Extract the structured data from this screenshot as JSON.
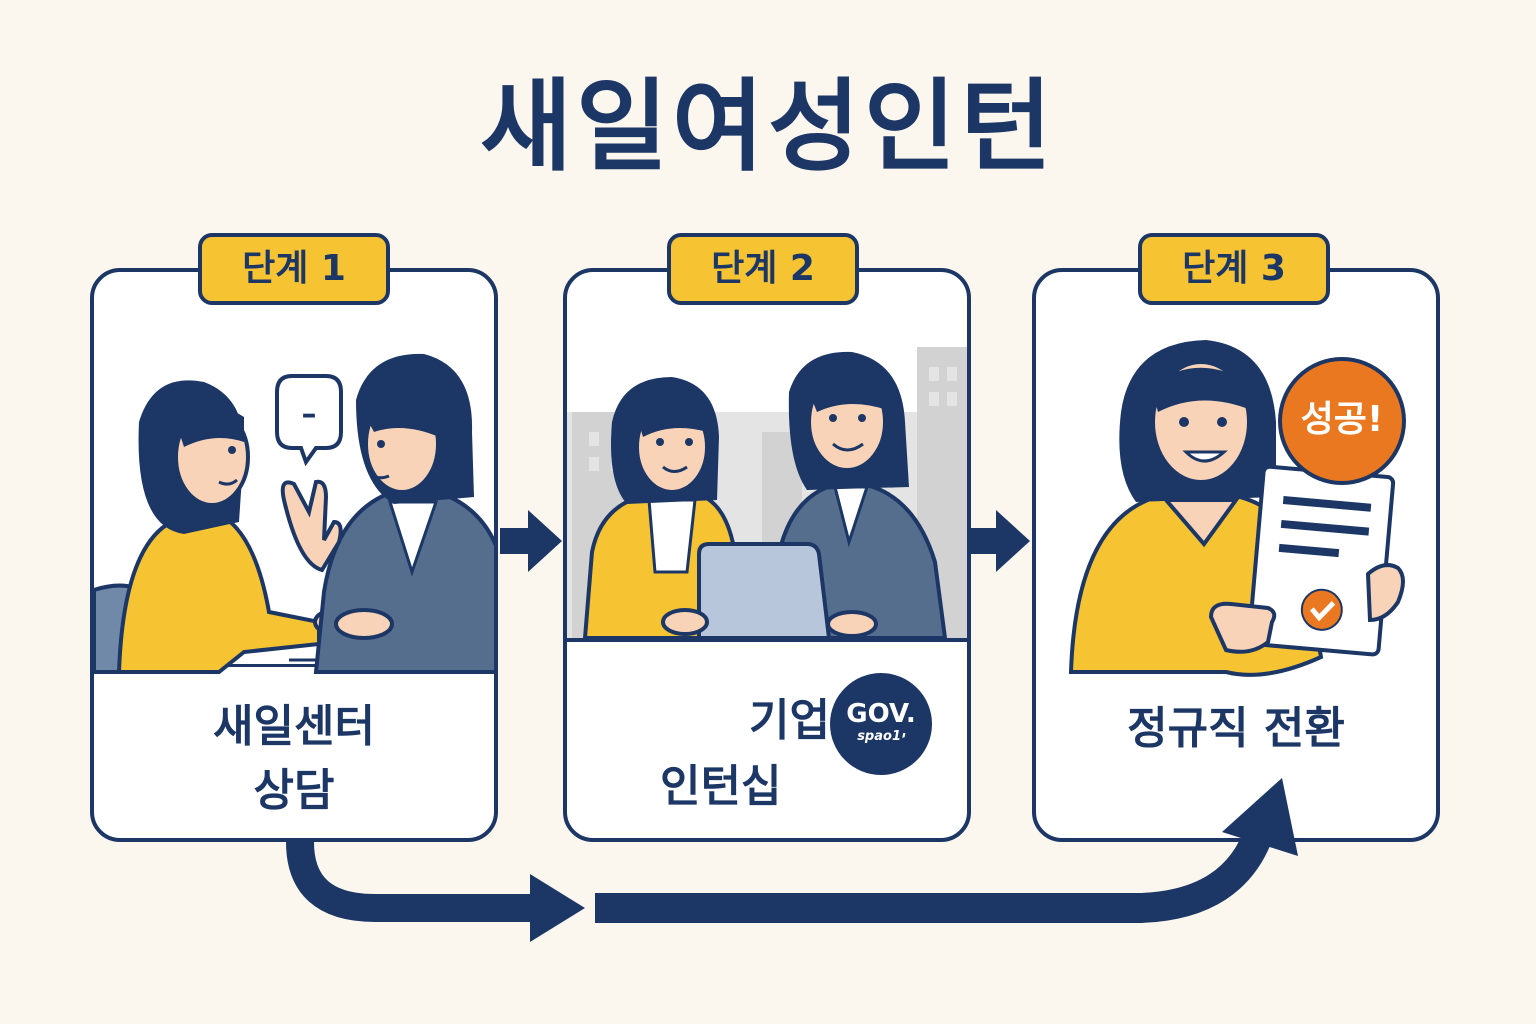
{
  "title": "새일여성인턴",
  "steps": [
    {
      "badge": "단계 1",
      "label_line1": "새일센터",
      "label_line2": "상담"
    },
    {
      "badge": "단계 2",
      "label_line1": "기업",
      "label_line2": "인턴십",
      "emblem_line1": "GOV.",
      "emblem_line2": "spaoי1"
    },
    {
      "badge": "단계 3",
      "label_line1": "정규직 전환",
      "stamp": "성공!"
    }
  ],
  "speech_bubble": "–",
  "colors": {
    "navy": "#1C3766",
    "yellow": "#F6C433",
    "orange": "#E97820",
    "background": "#FBF6EE",
    "suit_gray": "#566E8E",
    "skin": "#F8D3B8"
  }
}
